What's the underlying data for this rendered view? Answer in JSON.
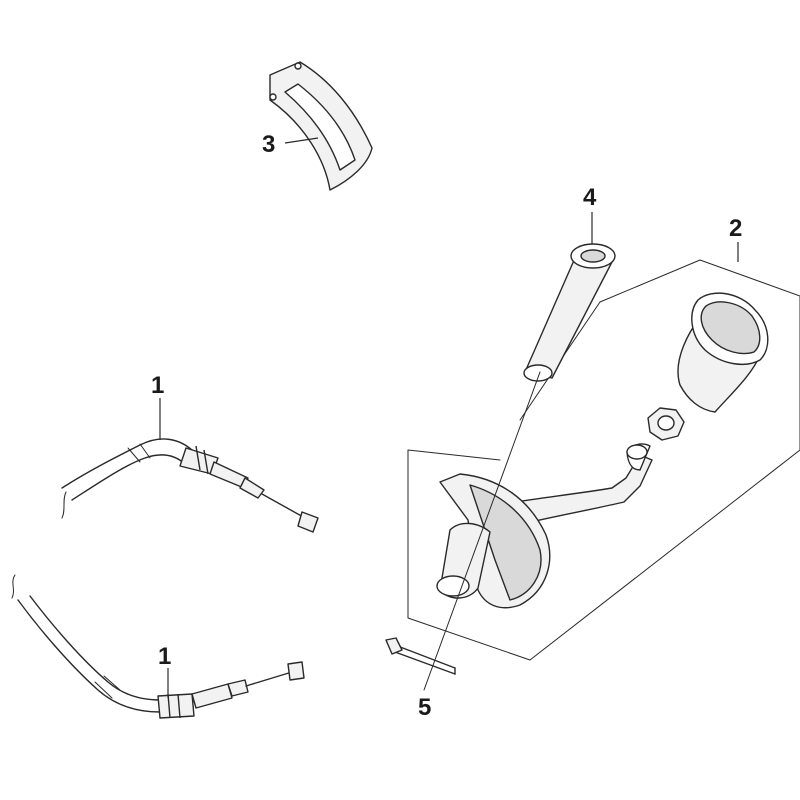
{
  "callouts": {
    "cable_upper": "1",
    "cable_lower": "1",
    "shift_lever_assembly": "2",
    "guide_plate": "3",
    "pivot_sleeve": "4",
    "bolt": "5"
  }
}
